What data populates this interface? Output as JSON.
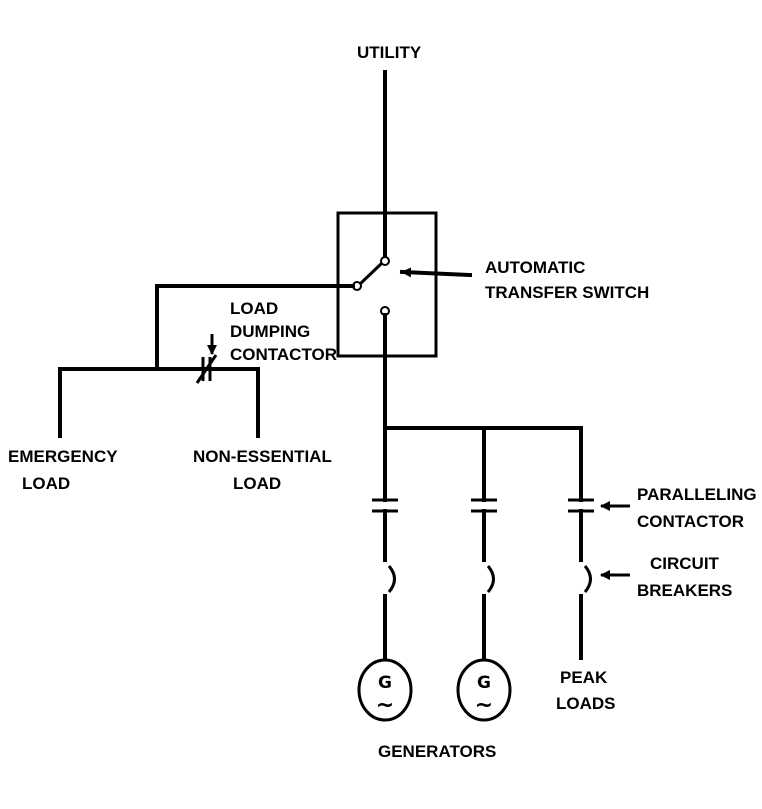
{
  "labels": {
    "utility": "UTILITY",
    "ats_1": "AUTOMATIC",
    "ats_2": "TRANSFER SWITCH",
    "load_dump_1": "LOAD",
    "load_dump_2": "DUMPING",
    "load_dump_3": "CONTACTOR",
    "emergency_1": "EMERGENCY",
    "emergency_2": "LOAD",
    "nonessential_1": "NON-ESSENTIAL",
    "nonessential_2": "LOAD",
    "paralleling_1": "PARALLELING",
    "paralleling_2": "CONTACTOR",
    "breakers_1": "CIRCUIT",
    "breakers_2": "BREAKERS",
    "peak_1": "PEAK",
    "peak_2": "LOADS",
    "generators": "GENERATORS",
    "gen_symbol": "G",
    "gen_wave": "~"
  },
  "colors": {
    "ink": "#000000",
    "paper": "#ffffff"
  },
  "icons": {
    "generator": "generator-icon",
    "contactor": "contactor-icon",
    "breaker": "circuit-breaker-icon",
    "switch": "transfer-switch-icon"
  }
}
